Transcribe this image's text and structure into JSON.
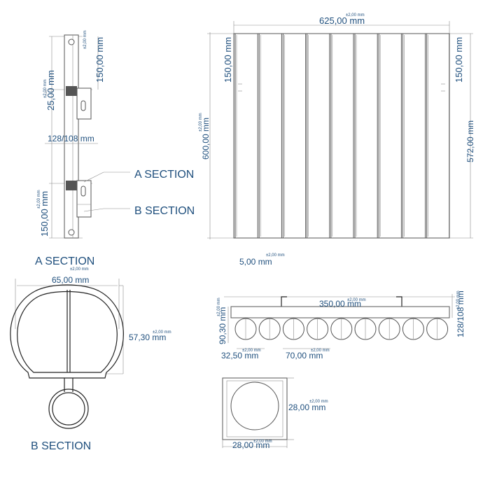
{
  "side_view": {
    "dim_top_150": "150,00 mm",
    "tol_top": "±2,00 mm",
    "dim_25": "25,00 mm",
    "tol_25": "±2,00 mm",
    "dim_depth": "128/108 mm",
    "dim_bottom_150": "150,00 mm",
    "tol_bottom": "±2,00 mm"
  },
  "callouts": {
    "a_section": "A SECTION",
    "b_section": "B SECTION"
  },
  "front_view": {
    "dim_width": "625,00 mm",
    "tol_width": "±2,00 mm",
    "dim_left_150": "150,00 mm",
    "dim_right_150": "150,00 mm",
    "dim_height_600": "600,00 mm",
    "tol_height": "±2,00 mm",
    "dim_height_572": "572,00 mm",
    "dim_gap": "5,00 mm",
    "tol_gap": "±2,00 mm"
  },
  "section_a": {
    "title": "A SECTION",
    "dim_width": "65,00 mm",
    "tol_width": "±2,00 mm",
    "dim_height": "57,30 mm",
    "tol_height": "±2,00 mm"
  },
  "section_b": {
    "title": "B SECTION"
  },
  "top_view": {
    "dim_350": "350,00 mm",
    "tol_350": "±2,00 mm",
    "dim_90": "90,30 mm",
    "tol_90": "±2,00 mm",
    "dim_128": "128/108 mm",
    "tol_128": "±2,00 mm",
    "dim_32": "32,50 mm",
    "tol_32": "±2,00 mm",
    "dim_70": "70,00 mm",
    "tol_70": "±2,00 mm"
  },
  "detail_view": {
    "dim_h": "28,00 mm",
    "tol_h": "±2,00 mm",
    "dim_w": "28,00 mm",
    "tol_w": "±2,00 mm"
  }
}
